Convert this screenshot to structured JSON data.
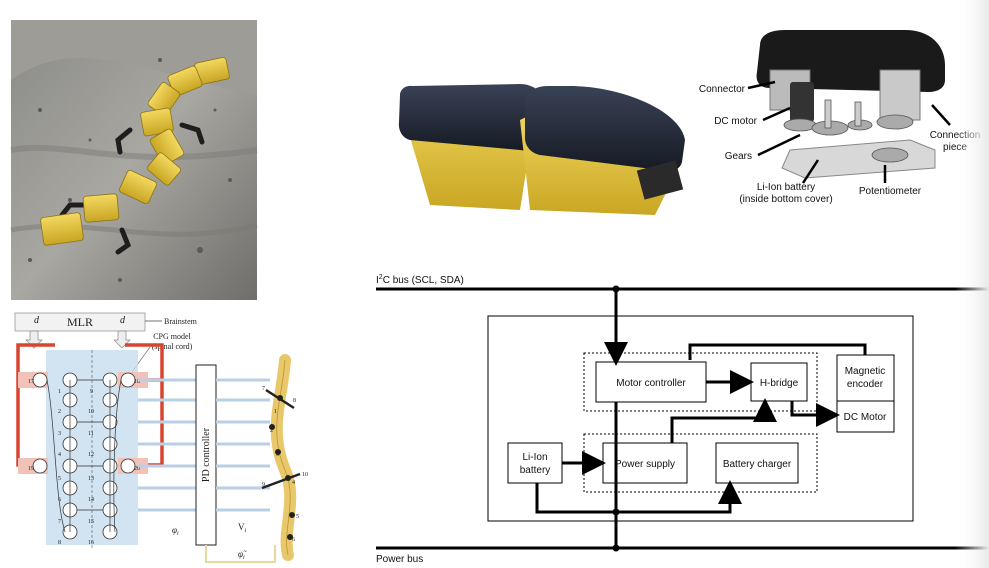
{
  "cpg": {
    "mlr": "MLR",
    "d": "d",
    "brainstem": "Brainstem",
    "cpg_model": "CPG model",
    "spinal_cord": "(spinal cord)",
    "pd_controller": "PD controller",
    "phi": "φ",
    "sub_i": "i",
    "v": "V",
    "phi_tilde": "φ̃",
    "left_nodes": [
      "17",
      "1",
      "2",
      "3",
      "4",
      "19",
      "5",
      "6",
      "7",
      "8"
    ],
    "right_nodes": [
      "18",
      "9",
      "10",
      "11",
      "12",
      "20",
      "13",
      "14",
      "15",
      "16"
    ],
    "body_nodes": [
      "7",
      "8",
      "1",
      "2",
      "3",
      "4",
      "9",
      "10",
      "5",
      "6"
    ]
  },
  "module": {
    "connector": "Connector",
    "dc_motor": "DC motor",
    "gears": "Gears",
    "battery_line1": "Li-Ion battery",
    "battery_line2": "(inside bottom cover)",
    "connection_line1": "Connection",
    "connection_line2": "piece",
    "potentiometer": "Potentiometer"
  },
  "bus": {
    "i2c_prefix": "I",
    "i2c_sup": "2",
    "i2c_rest": "C bus (SCL, SDA)",
    "power": "Power bus",
    "motor_controller": "Motor controller",
    "h_bridge": "H-bridge",
    "magnetic_line1": "Magnetic",
    "magnetic_line2": "encoder",
    "dc_motor": "DC Motor",
    "li_ion_line1": "Li-Ion",
    "li_ion_line2": "battery",
    "power_supply": "Power supply",
    "battery_charger": "Battery charger"
  }
}
